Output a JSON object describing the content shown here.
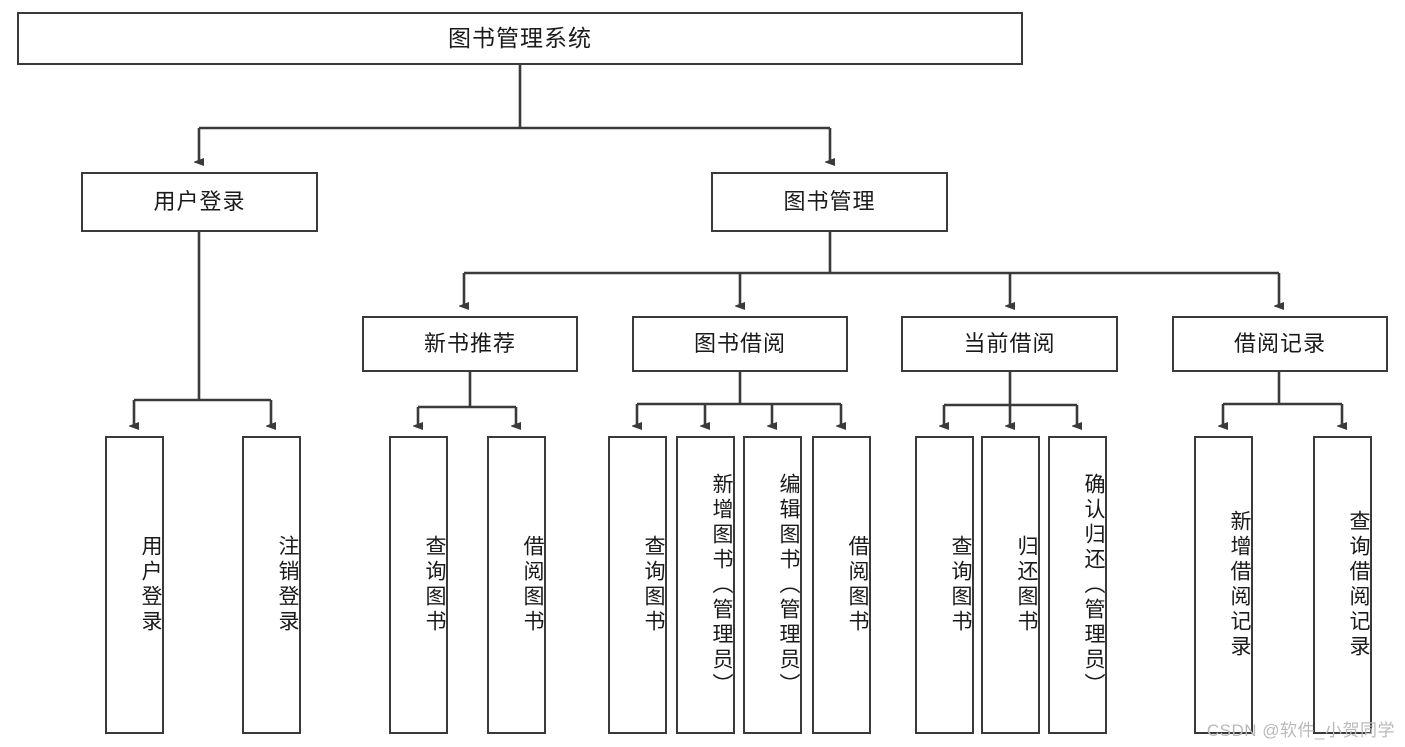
{
  "diagram": {
    "type": "tree-hierarchy",
    "title": "图书管理系统",
    "watermark": "CSDN @软件_小贺同学",
    "colors": {
      "box_border": "#3a3a3a",
      "box_fill": "#ffffff",
      "connector": "#3a3a3a",
      "text": "#1a1a1a",
      "watermark": "#b9b9b9",
      "background": "#ffffff"
    },
    "root": {
      "label": "图书管理系统"
    },
    "level2": [
      {
        "label": "用户登录"
      },
      {
        "label": "图书管理"
      }
    ],
    "level3": [
      {
        "label": "新书推荐"
      },
      {
        "label": "图书借阅"
      },
      {
        "label": "当前借阅"
      },
      {
        "label": "借阅记录"
      }
    ],
    "leaves": {
      "user_login": [
        {
          "label": "用户登录"
        },
        {
          "label": "注销登录"
        }
      ],
      "new_book_recommend": [
        {
          "label": "查询图书"
        },
        {
          "label": "借阅图书"
        }
      ],
      "book_borrow": [
        {
          "label": "查询图书"
        },
        {
          "label": "新增图书（管理员）"
        },
        {
          "label": "编辑图书（管理员）"
        },
        {
          "label": "借阅图书"
        }
      ],
      "current_borrow": [
        {
          "label": "查询图书"
        },
        {
          "label": "归还图书"
        },
        {
          "label": "确认归还（管理员）"
        }
      ],
      "borrow_records": [
        {
          "label": "新增借阅记录"
        },
        {
          "label": "查询借阅记录"
        }
      ]
    }
  }
}
